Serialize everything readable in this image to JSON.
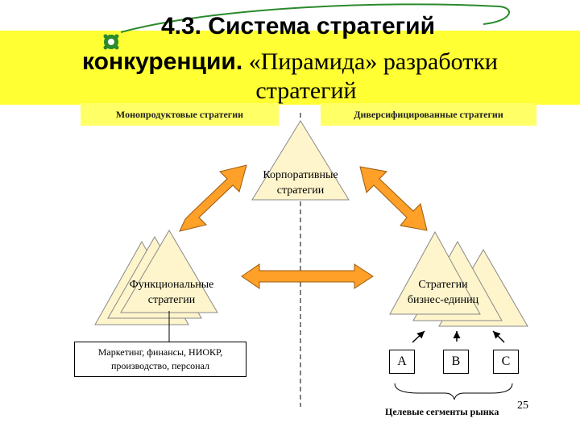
{
  "title": {
    "line1": "4.3. Система стратегий",
    "line2_bold": "конкуренции.",
    "line2_rest": " «Пирамида» разработки",
    "line3": "стратегий"
  },
  "headers": {
    "mono": "Монопродуктовые стратегии",
    "diversified": "Диверсифицированные стратегии"
  },
  "pyramids": {
    "corporate": {
      "line1": "Корпоративные",
      "line2": "стратегии"
    },
    "functional": {
      "line1": "Функциональные",
      "line2": "стратегии"
    },
    "business": {
      "line1": "Стратегии",
      "line2": "бизнес-единиц"
    }
  },
  "functional_box": {
    "line1": "Маркетинг, финансы, НИОКР,",
    "line2": "производство, персонал"
  },
  "segments": [
    "А",
    "В",
    "С"
  ],
  "segments_caption": "Целевые сегменты рынка",
  "page_number": "25",
  "colors": {
    "header_band": "#ffff66",
    "pyramid_fill": "#fff5cc",
    "arrow_fill": "#ffa028",
    "accent_green": "#2b8a2b"
  }
}
